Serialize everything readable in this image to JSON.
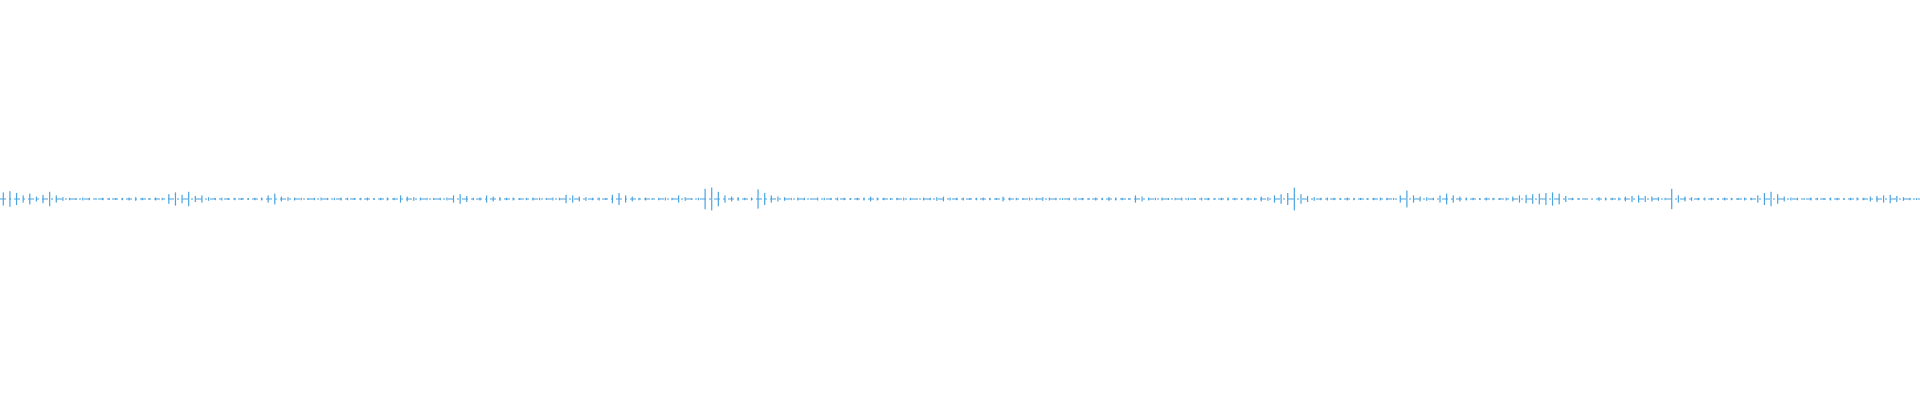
{
  "waveform": {
    "color": "#4aa3df",
    "background": "#ffffff",
    "peaks": [
      0.55,
      0.65,
      0.5,
      0.3,
      0.45,
      0.2,
      0.35,
      0.6,
      0.3,
      0.15,
      0.1,
      0.08,
      0.12,
      0.1,
      0.08,
      0.1,
      0.09,
      0.08,
      0.1,
      0.12,
      0.15,
      0.1,
      0.08,
      0.12,
      0.1,
      0.4,
      0.55,
      0.35,
      0.6,
      0.25,
      0.3,
      0.15,
      0.1,
      0.12,
      0.08,
      0.1,
      0.09,
      0.08,
      0.1,
      0.12,
      0.3,
      0.45,
      0.2,
      0.15,
      0.12,
      0.1,
      0.08,
      0.1,
      0.12,
      0.09,
      0.1,
      0.12,
      0.1,
      0.08,
      0.1,
      0.12,
      0.08,
      0.1,
      0.12,
      0.1,
      0.3,
      0.2,
      0.15,
      0.12,
      0.1,
      0.08,
      0.1,
      0.12,
      0.3,
      0.4,
      0.25,
      0.1,
      0.12,
      0.3,
      0.2,
      0.15,
      0.1,
      0.12,
      0.08,
      0.1,
      0.12,
      0.1,
      0.08,
      0.12,
      0.1,
      0.35,
      0.3,
      0.2,
      0.15,
      0.1,
      0.12,
      0.08,
      0.35,
      0.5,
      0.3,
      0.2,
      0.1,
      0.12,
      0.08,
      0.1,
      0.12,
      0.1,
      0.3,
      0.15,
      0.08,
      0.1,
      0.85,
      0.95,
      0.6,
      0.3,
      0.2,
      0.15,
      0.1,
      0.12,
      0.8,
      0.5,
      0.3,
      0.2,
      0.15,
      0.1,
      0.12,
      0.1,
      0.08,
      0.12,
      0.1,
      0.09,
      0.12,
      0.1,
      0.08,
      0.1,
      0.12,
      0.2,
      0.12,
      0.1,
      0.08,
      0.1,
      0.12,
      0.1,
      0.08,
      0.12,
      0.1,
      0.15,
      0.2,
      0.12,
      0.1,
      0.12,
      0.08,
      0.1,
      0.12,
      0.1,
      0.08,
      0.2,
      0.12,
      0.1,
      0.08,
      0.12,
      0.1,
      0.15,
      0.12,
      0.1,
      0.08,
      0.1,
      0.12,
      0.1,
      0.08,
      0.12,
      0.1,
      0.15,
      0.12,
      0.1,
      0.08,
      0.3,
      0.2,
      0.12,
      0.1,
      0.12,
      0.08,
      0.1,
      0.12,
      0.1,
      0.08,
      0.12,
      0.1,
      0.08,
      0.1,
      0.12,
      0.1,
      0.08,
      0.12,
      0.1,
      0.2,
      0.15,
      0.3,
      0.4,
      0.5,
      0.95,
      0.4,
      0.25,
      0.15,
      0.1,
      0.12,
      0.1,
      0.08,
      0.12,
      0.1,
      0.09,
      0.08,
      0.1,
      0.12,
      0.1,
      0.08,
      0.3,
      0.7,
      0.3,
      0.2,
      0.15,
      0.1,
      0.3,
      0.45,
      0.3,
      0.2,
      0.12,
      0.1,
      0.08,
      0.12,
      0.1,
      0.08,
      0.12,
      0.2,
      0.3,
      0.35,
      0.4,
      0.45,
      0.5,
      0.55,
      0.45,
      0.25,
      0.1,
      0.08,
      0.05,
      0.05,
      0.15,
      0.12,
      0.1,
      0.12,
      0.2,
      0.25,
      0.3,
      0.25,
      0.2,
      0.15,
      0.1,
      0.85,
      0.3,
      0.2,
      0.15,
      0.1,
      0.12,
      0.1,
      0.08,
      0.12,
      0.1,
      0.08,
      0.12,
      0.1,
      0.3,
      0.5,
      0.6,
      0.4,
      0.2,
      0.12,
      0.1,
      0.08,
      0.12,
      0.1,
      0.08,
      0.12,
      0.1,
      0.08,
      0.1,
      0.12,
      0.1,
      0.2,
      0.25,
      0.3,
      0.35,
      0.25,
      0.15,
      0.1,
      0.08
    ]
  }
}
